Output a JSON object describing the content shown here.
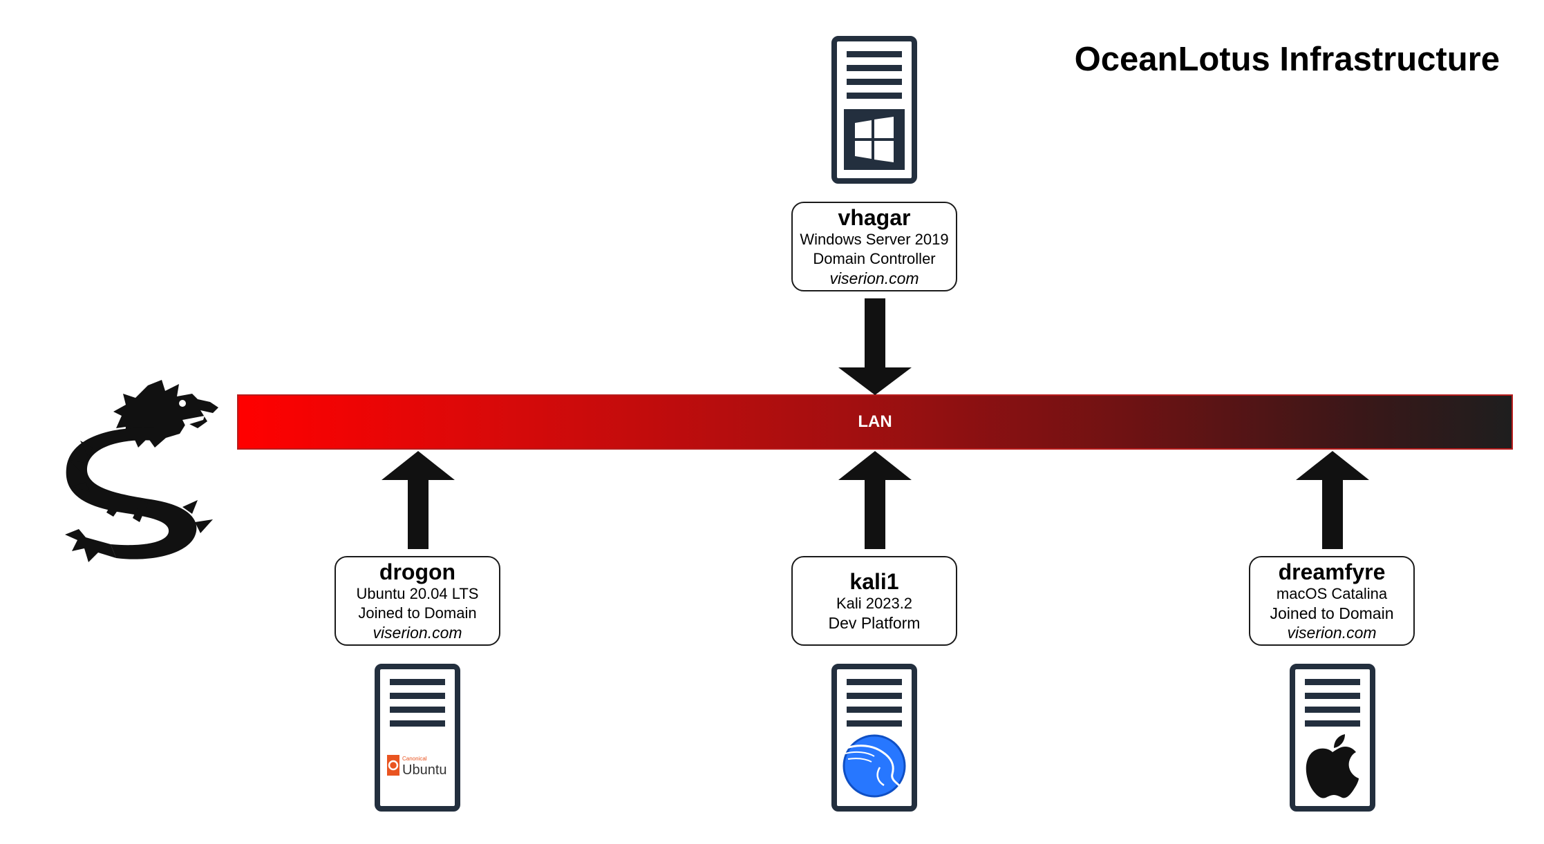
{
  "title": "OceanLotus Infrastructure",
  "network": {
    "label": "LAN"
  },
  "hosts": {
    "vhagar": {
      "name": "vhagar",
      "line1": "Windows Server 2019",
      "line2": "Domain Controller",
      "domain": "viserion.com",
      "os_icon": "windows-logo-icon"
    },
    "drogon": {
      "name": "drogon",
      "line1": "Ubuntu 20.04 LTS",
      "line2": "Joined to Domain",
      "domain": "viserion.com",
      "os_icon": "ubuntu-logo-icon",
      "logo_small": "Canonical",
      "logo_text": "Ubuntu"
    },
    "kali1": {
      "name": "kali1",
      "line1": "Kali 2023.2",
      "line2": "Dev Platform",
      "os_icon": "kali-dragon-logo-icon"
    },
    "dreamfyre": {
      "name": "dreamfyre",
      "line1": "macOS Catalina",
      "line2": "Joined to Domain",
      "domain": "viserion.com",
      "os_icon": "apple-logo-icon"
    }
  },
  "colors": {
    "lan_start": "#ff0000",
    "lan_end": "#1e1e1e",
    "server_frame": "#232f3e",
    "ubuntu": "#e95420",
    "kali": "#2777ff"
  }
}
